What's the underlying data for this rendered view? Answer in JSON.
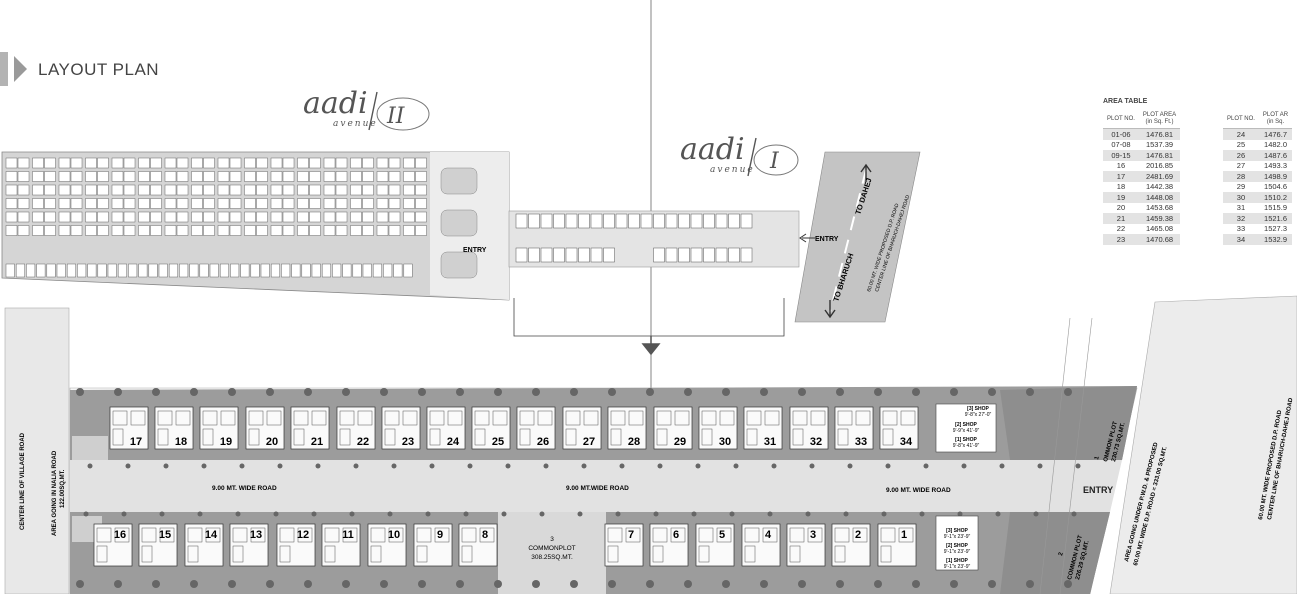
{
  "header": {
    "title": "LAYOUT PLAN"
  },
  "brands": {
    "left": {
      "name": "aadi",
      "sub": "avenue",
      "number": "II"
    },
    "right": {
      "name": "aadi",
      "sub": "avenue",
      "number": "I"
    }
  },
  "area_table": {
    "title": "AREA TABLE",
    "left": {
      "headers": [
        "PLOT NO.",
        "PLOT AREA",
        "(in Sq. Ft.)"
      ],
      "rows": [
        [
          "01-06",
          "1476.81"
        ],
        [
          "07-08",
          "1537.39"
        ],
        [
          "09-15",
          "1476.81"
        ],
        [
          "16",
          "2016.85"
        ],
        [
          "17",
          "2481.69"
        ],
        [
          "18",
          "1442.38"
        ],
        [
          "19",
          "1448.08"
        ],
        [
          "20",
          "1453.68"
        ],
        [
          "21",
          "1459.38"
        ],
        [
          "22",
          "1465.08"
        ],
        [
          "23",
          "1470.68"
        ]
      ]
    },
    "right": {
      "headers": [
        "PLOT NO.",
        "PLOT AR",
        "(in Sq."
      ],
      "rows": [
        [
          "24",
          "1476.7"
        ],
        [
          "25",
          "1482.0"
        ],
        [
          "26",
          "1487.6"
        ],
        [
          "27",
          "1493.3"
        ],
        [
          "28",
          "1498.9"
        ],
        [
          "29",
          "1504.6"
        ],
        [
          "30",
          "1510.2"
        ],
        [
          "31",
          "1515.9"
        ],
        [
          "32",
          "1521.6"
        ],
        [
          "33",
          "1527.3"
        ],
        [
          "34",
          "1532.9"
        ]
      ]
    }
  },
  "overview": {
    "entry_left": "ENTRY",
    "entry_right": "ENTRY",
    "to_dahej": "TO DAHEJ",
    "to_bharuch": "TO BHARUCH",
    "road_note_1": "60.00 MT. WIDE PROPOSED D.P. ROAD",
    "road_note_2": "CENTER LINE OF BHARUCH-DAHEJ ROAD"
  },
  "layout": {
    "top_plots": [
      "17",
      "18",
      "19",
      "20",
      "21",
      "22",
      "23",
      "24",
      "25",
      "26",
      "27",
      "28",
      "29",
      "30",
      "31",
      "32",
      "33",
      "34"
    ],
    "bottom_plots": [
      "16",
      "15",
      "14",
      "13",
      "12",
      "11",
      "10",
      "9",
      "8",
      "7",
      "6",
      "5",
      "4",
      "3",
      "2",
      "1"
    ],
    "commonplot_3": [
      "3",
      "COMMONPLOT",
      "308.25SQ.MT."
    ],
    "road_labels": [
      "9.00 MT. WIDE ROAD",
      "9.00 MT.WIDE ROAD",
      "9.00 MT. WIDE ROAD"
    ],
    "top_shops": [
      "[3] SHOP",
      "9'-8\"x 27'-0\"",
      "[2] SHOP",
      "9'-9\"x 41'-9\"",
      "[1] SHOP",
      "9'-8\"x 41'-9\""
    ],
    "bottom_shops": [
      "[3] SHOP",
      "9'-1\"x 23'-9\"",
      "[2] SHOP",
      "9'-1\"x 23'-9\"",
      "[1] SHOP",
      "9'-1\"x 23'-9\""
    ],
    "common_plot_1": [
      "1",
      "OMMON PLOT",
      "230.73 SQ.MT."
    ],
    "common_plot_2": [
      "2",
      "COMMON PLOT",
      "226.29 SQ.MT."
    ],
    "entry": "ENTRY",
    "village_road": "CENTER LINE OF VILLAGE ROAD",
    "nalia_road_1": "AREA GOING IN NALIA ROAD",
    "nalia_road_2": "122.00SQ.MT.",
    "pwd_area_1": "AREA GOING UNDER P.W.D. & PROPOSED",
    "pwd_area_2": "60.00 MT. WIDE D.P. ROAD = 333.00 SQ.MT.",
    "dp_road_1": "60.00 MT. WIDE PROPOSED D.P. ROAD",
    "dp_road_2": "CENTER LINE OF BHARUCH-DAHEJ ROAD"
  },
  "colors": {
    "road": "#e2e2e2",
    "plot_band": "#9a9a9a",
    "tree": "#666666",
    "line": "#555555"
  }
}
